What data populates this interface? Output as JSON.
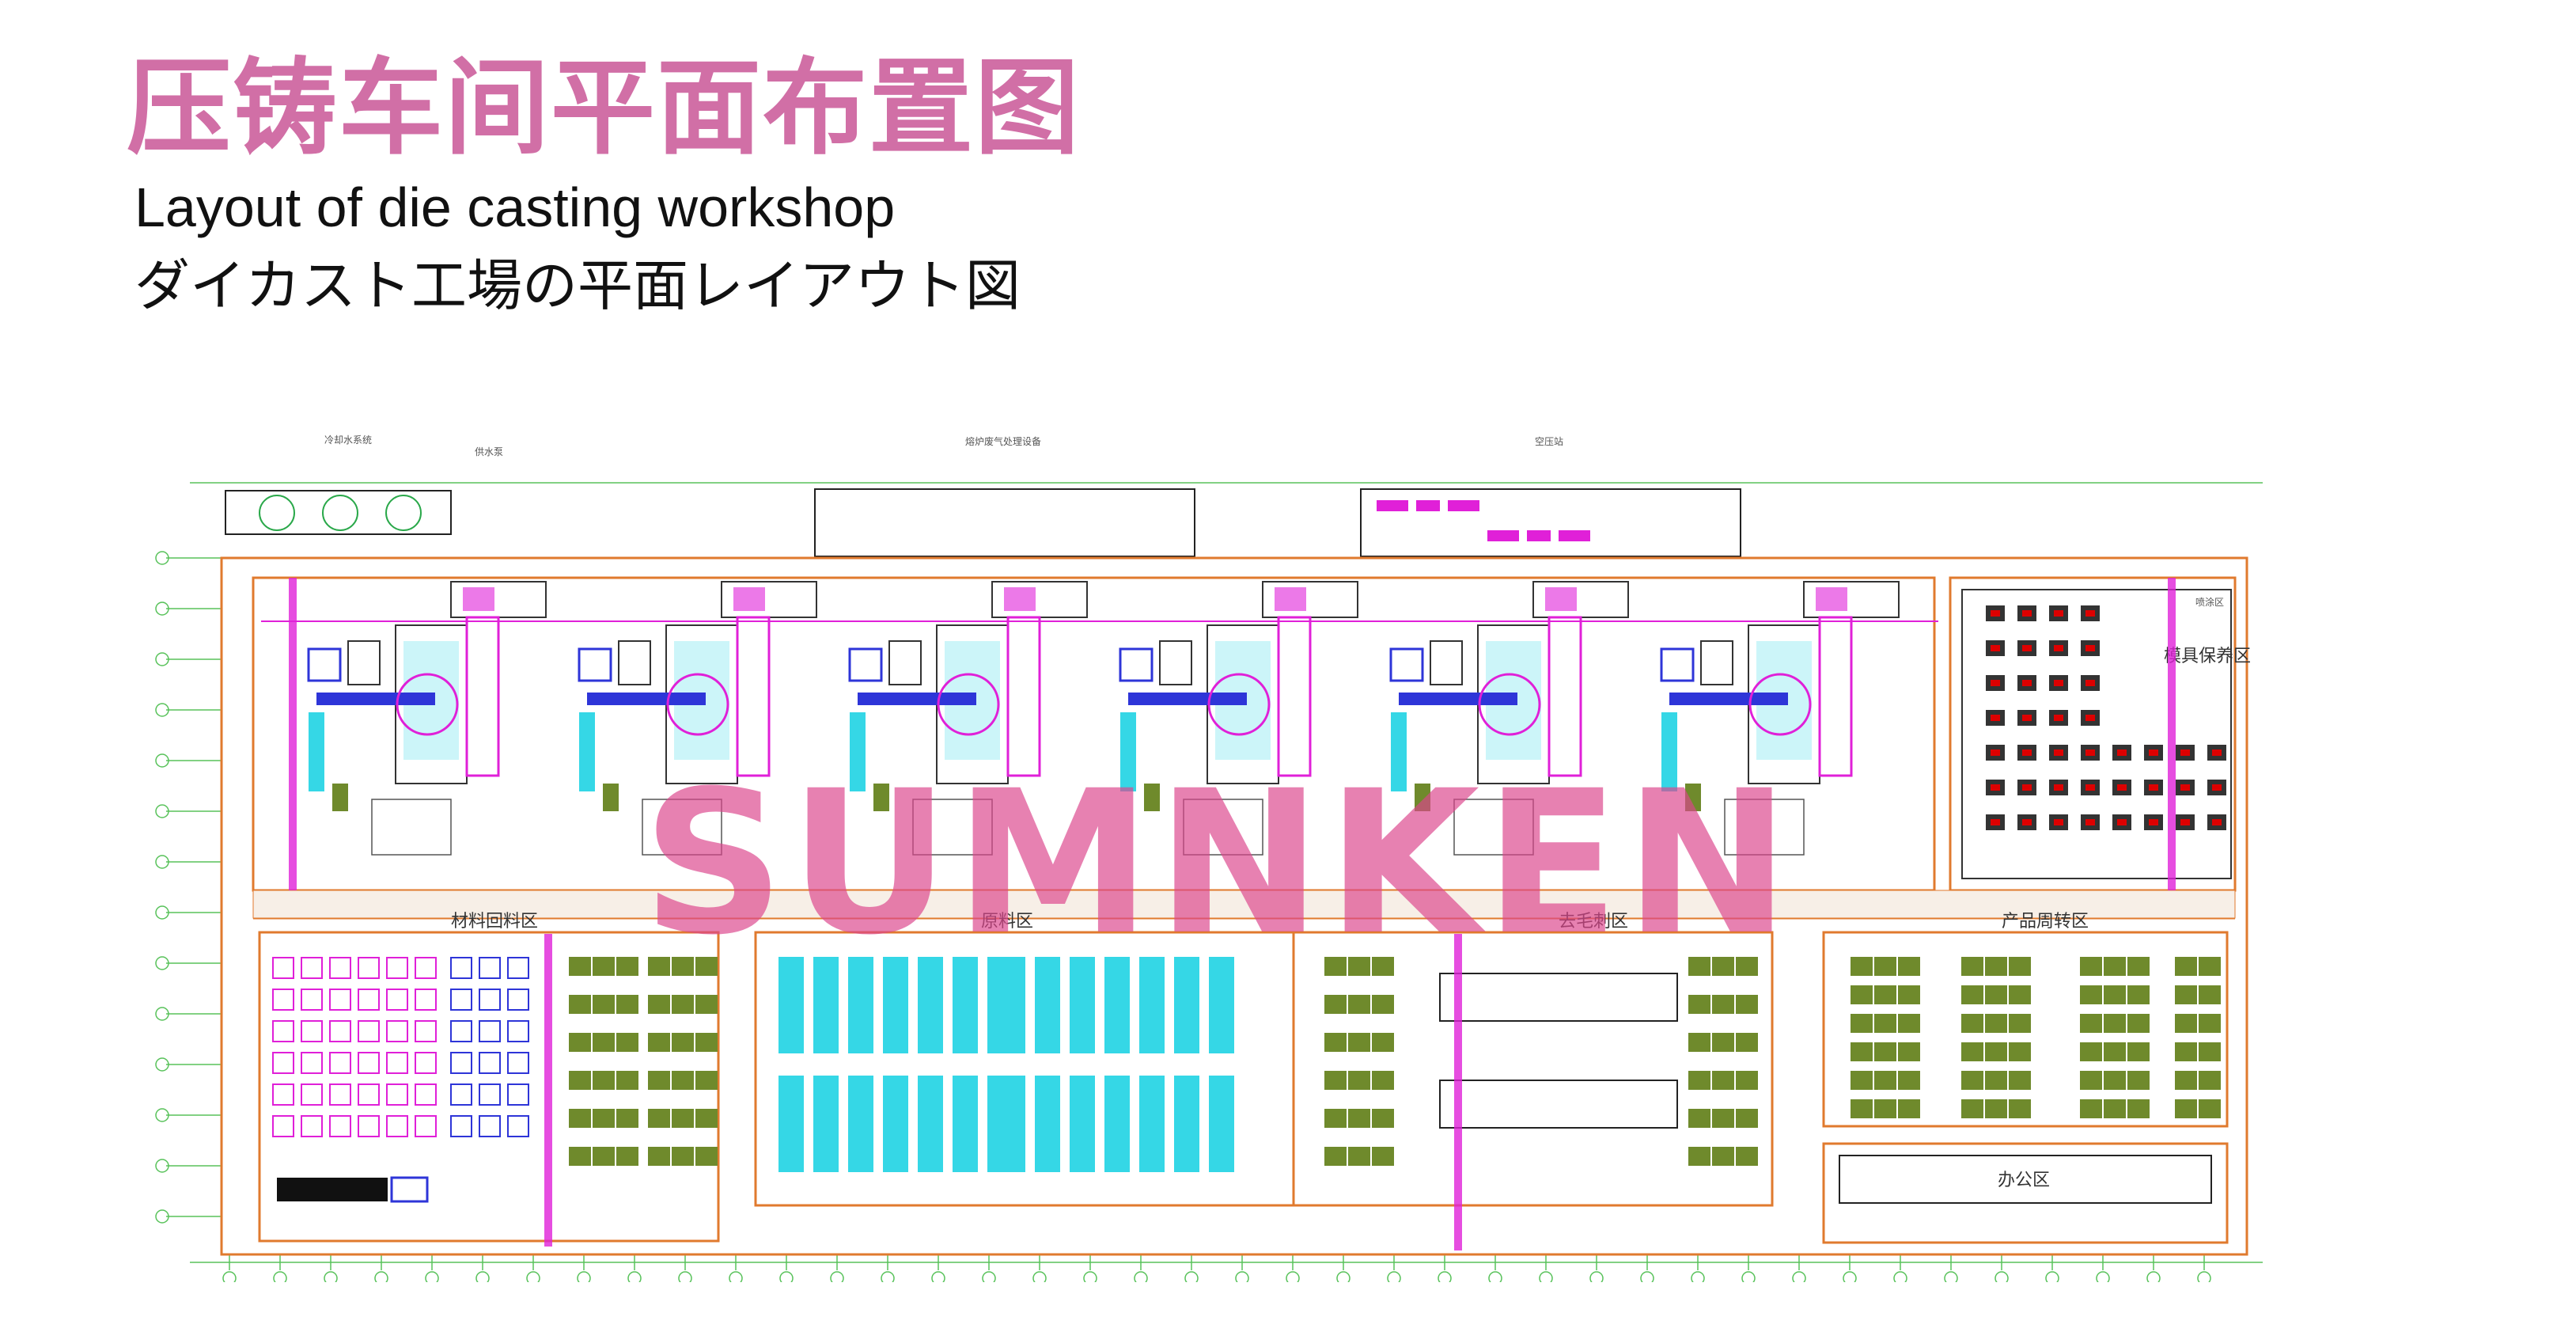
{
  "header": {
    "title_zh": "压铸车间平面布置图",
    "title_en": "Layout of die casting workshop",
    "title_ja": "ダイカスト工場の平面レイアウト図"
  },
  "plan": {
    "zones": {
      "mold_storage": "模具保养区",
      "raw_material": "原料区",
      "finishing": "去毛刺区",
      "product_storage": "产品周转区",
      "office": "办公区",
      "scrap": "材料回料区",
      "top_left_a": "冷却水系统",
      "top_left_b": "供水泵",
      "top_mid": "熔炉废气处理设备",
      "top_right": "空压站",
      "corner_note": "喷涂区"
    },
    "machine_count": 6
  },
  "watermark": {
    "text": "SUMNKEN"
  },
  "colors": {
    "title": "#d16fa6",
    "wall": "#e07a2e",
    "grid": "#58c25a",
    "magenta": "#e020d8",
    "blue": "#2e35d8",
    "cyan": "#35d7e6",
    "olive": "#6f8a2c"
  }
}
